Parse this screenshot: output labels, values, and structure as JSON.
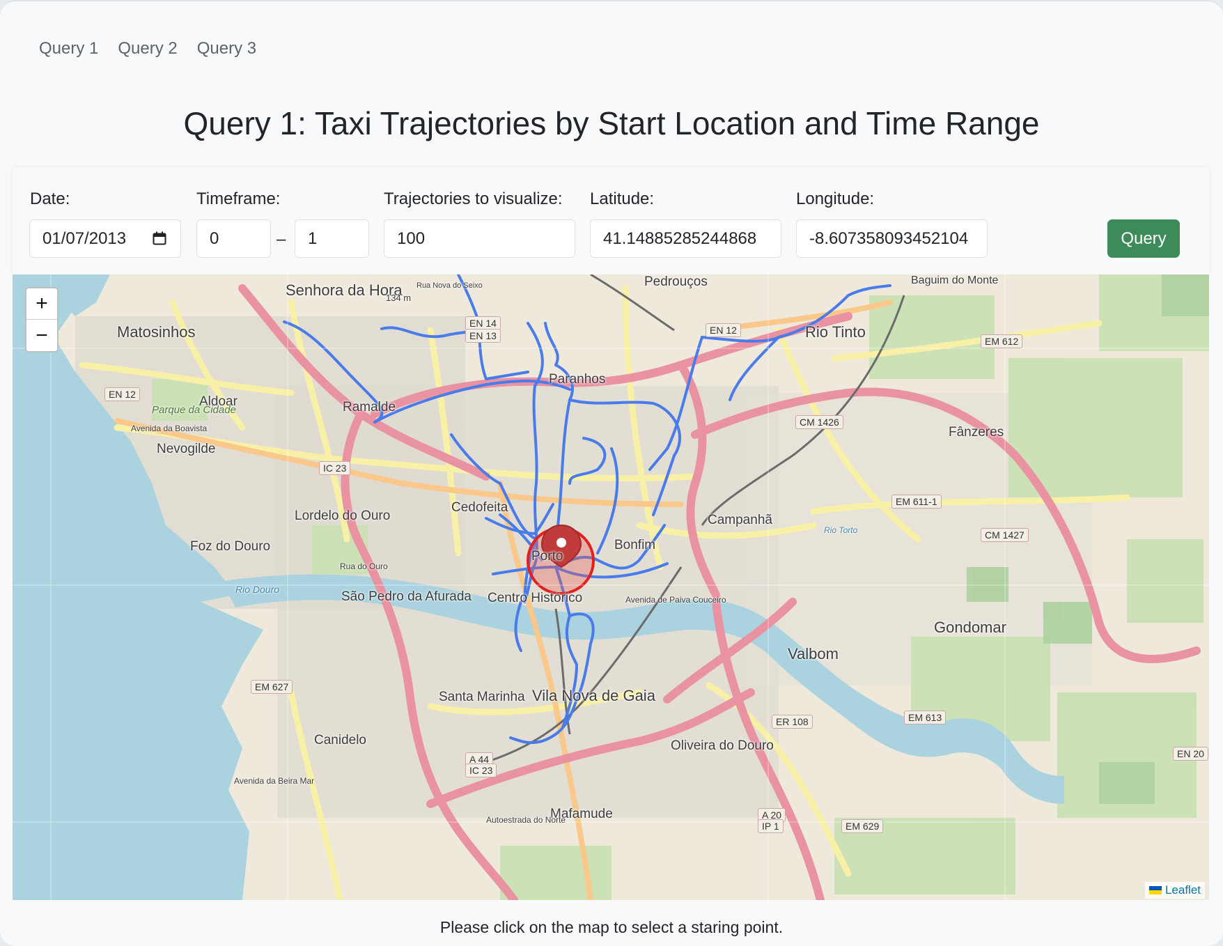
{
  "nav": {
    "items": [
      "Query 1",
      "Query 2",
      "Query 3"
    ]
  },
  "page": {
    "title": "Query 1: Taxi Trajectories by Start Location and Time Range"
  },
  "form": {
    "date_label": "Date:",
    "date_value": "01/07/2013",
    "timeframe_label": "Timeframe:",
    "timeframe_start": "0",
    "timeframe_separator": "–",
    "timeframe_end": "1",
    "trajectories_label": "Trajectories to visualize:",
    "trajectories_value": "100",
    "latitude_label": "Latitude:",
    "latitude_value": "41.14885285244868",
    "longitude_label": "Longitude:",
    "longitude_value": "-8.607358093452104",
    "query_button": "Query"
  },
  "map": {
    "zoom_in": "+",
    "zoom_out": "−",
    "attribution": "Leaflet",
    "places": [
      "Senhora da Hora",
      "Matosinhos",
      "Pedrouços",
      "Baguim do Monte",
      "Rio Tinto",
      "Paranhos",
      "Ramalde",
      "Aldoar",
      "Parque da Cidade",
      "Nevogilde",
      "Fânzeres",
      "Cedofeita",
      "Lordelo do Ouro",
      "Campanhã",
      "Foz do Douro",
      "Porto",
      "Bonfim",
      "São Pedro da Afurada",
      "Centro Histórico",
      "Gondomar",
      "Valbom",
      "Santa Marinha",
      "Vila Nova de Gaia",
      "Canidelo",
      "Oliveira do Douro",
      "Mafamude",
      "Rio Douro",
      "Avenida da Boavista",
      "Rua do Ouro",
      "Avenida de Paiva Couceiro",
      "Autoestrada do Norte",
      "Avenida da Beira Mar",
      "Rio Torto",
      "134 m",
      "Rua Nova do Seixo"
    ],
    "road_labels": [
      "EN 14",
      "EN 13",
      "EN 12",
      "EN 12",
      "IC 23",
      "CM 1426",
      "EM 612",
      "EM 611-1",
      "CM 1427",
      "EM 627",
      "ER 108",
      "EM 613",
      "A 44",
      "IC 23",
      "A 20",
      "IP 1",
      "EM 629",
      "EN 20"
    ],
    "colors": {
      "water": "#aad3df",
      "land": "#ede6d7",
      "trajectory": "#4a7bea",
      "highway": "#e892a2",
      "radius": "#e1211d",
      "marker": "#c23b3b"
    }
  },
  "footer": {
    "hint": "Please click on the map to select a staring point."
  }
}
